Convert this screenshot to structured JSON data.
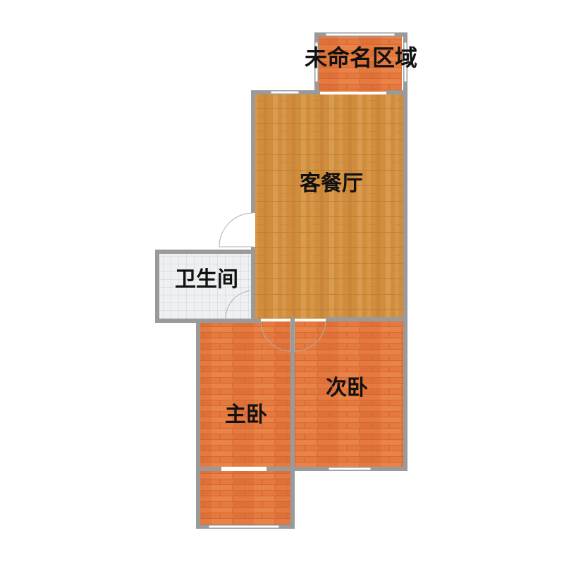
{
  "plan": {
    "colors": {
      "wall": "#9a9a9a",
      "wood_light": "#d08d3c",
      "wood_dark": "#e5793f",
      "tile": "#eef0f2",
      "tile_grid": "#c3c8cc",
      "window": "#ffffff",
      "label": "#111111"
    },
    "rooms": [
      {
        "id": "balcony-north",
        "label": "未命名区域",
        "floor": "wood_dark"
      },
      {
        "id": "living-dining",
        "label": "客餐厅",
        "floor": "wood_light"
      },
      {
        "id": "bathroom",
        "label": "卫生间",
        "floor": "tile"
      },
      {
        "id": "master-bedroom",
        "label": "主卧",
        "floor": "wood_dark"
      },
      {
        "id": "second-bedroom",
        "label": "次卧",
        "floor": "wood_dark"
      },
      {
        "id": "balcony-south",
        "label": "",
        "floor": "wood_dark"
      }
    ]
  }
}
